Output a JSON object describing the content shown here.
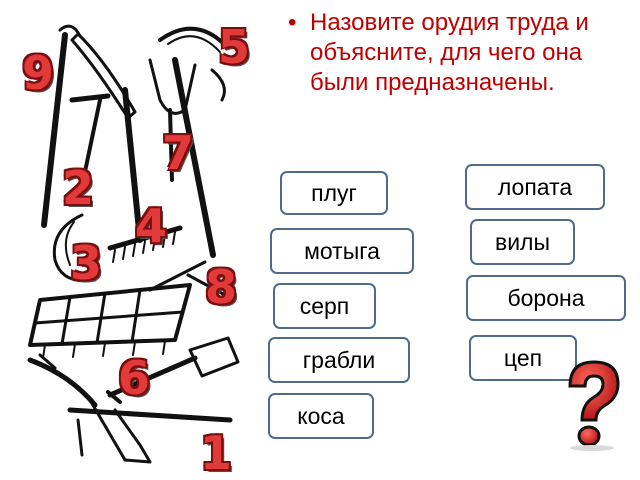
{
  "question": {
    "bullet": "•",
    "text": "Назовите орудия труда и объясните, для чего она были предназначены."
  },
  "numbers": [
    "9",
    "5",
    "7",
    "2",
    "4",
    "3",
    "8",
    "6",
    "1"
  ],
  "words": [
    "лопата",
    "плуг",
    "вилы",
    "мотыга",
    "борона",
    "серп",
    "грабли",
    "цеп",
    "коса"
  ],
  "colors": {
    "question_text": "#c00000",
    "number_fill": "#e23a3a",
    "box_border": "#4f6a8a",
    "question_mark": "#e1201f"
  },
  "icons": [
    "tools-illustration",
    "question-mark-icon"
  ]
}
